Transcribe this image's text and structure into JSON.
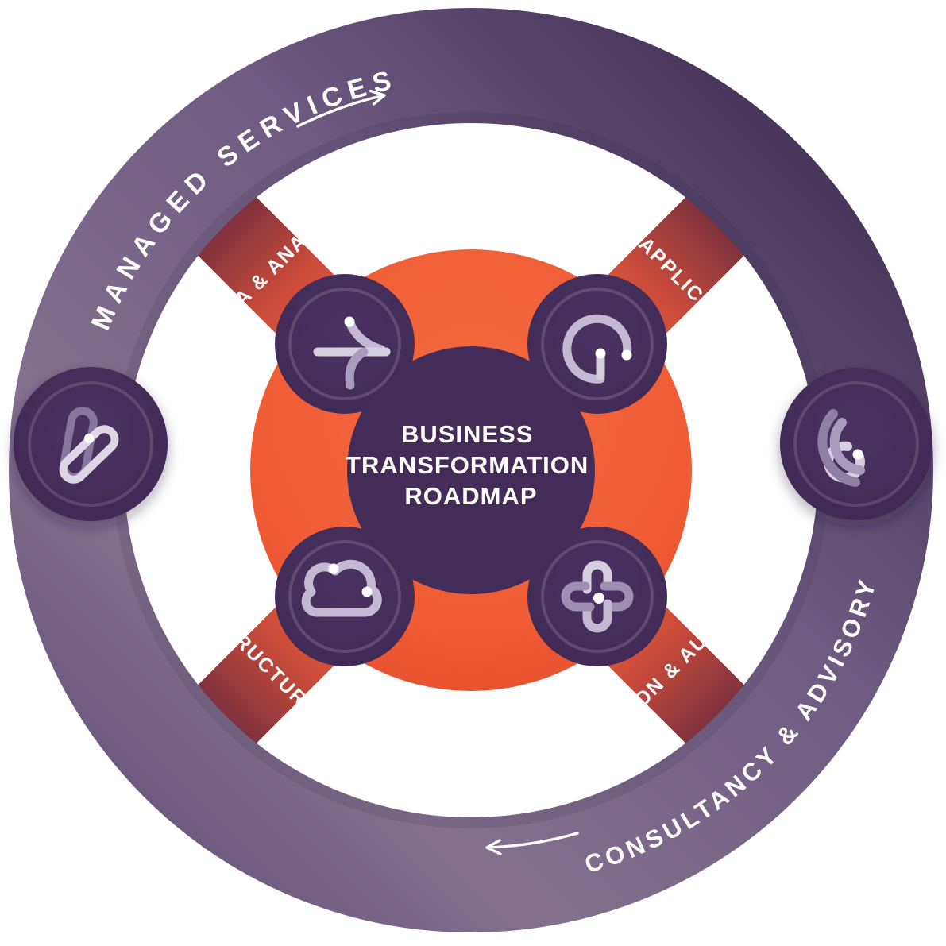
{
  "diagram_title": "Business Transformation Roadmap",
  "center": {
    "title_lines": [
      "BUSINESS",
      "TRANSFORMATION",
      "ROADMAP"
    ]
  },
  "outer_ring": {
    "top_label": "MANAGED SERVICES",
    "bottom_label": "CONSULTANCY & ADVISORY",
    "direction_arrows": [
      "clockwise-arrow-top",
      "clockwise-arrow-bottom"
    ]
  },
  "spokes": {
    "top_left": {
      "visible_text": "A & ANA"
    },
    "top_right": {
      "visible_text": "APPLIC"
    },
    "bottom_left": {
      "visible_text": "RUCTUR"
    },
    "bottom_right": {
      "visible_text": "ON & AU"
    }
  },
  "icons": {
    "center_top_left": "analytics-curve-icon",
    "center_top_right": "gauge-dial-icon",
    "center_bottom_left": "cloud-icon",
    "center_bottom_right": "interlocked-loops-icon",
    "ring_left": "linked-pills-icon",
    "ring_right": "sonar-signal-icon"
  },
  "colors": {
    "ring_dark": "#38264c",
    "ring_light": "#83718f",
    "ring_mid": "#6e5b82",
    "spoke_orange": "#f4673e",
    "spoke_maroon": "#6e2c3e",
    "core_orange_light": "#f46a40",
    "core_orange_deep": "#e64f2e",
    "purple_node": "#432d58",
    "icon_lavender_bright": "#d5cfe0",
    "icon_lavender_mid": "#c3b9d3",
    "icon_lavender_dim": "#9d90b4",
    "text_white": "#ffffff"
  }
}
